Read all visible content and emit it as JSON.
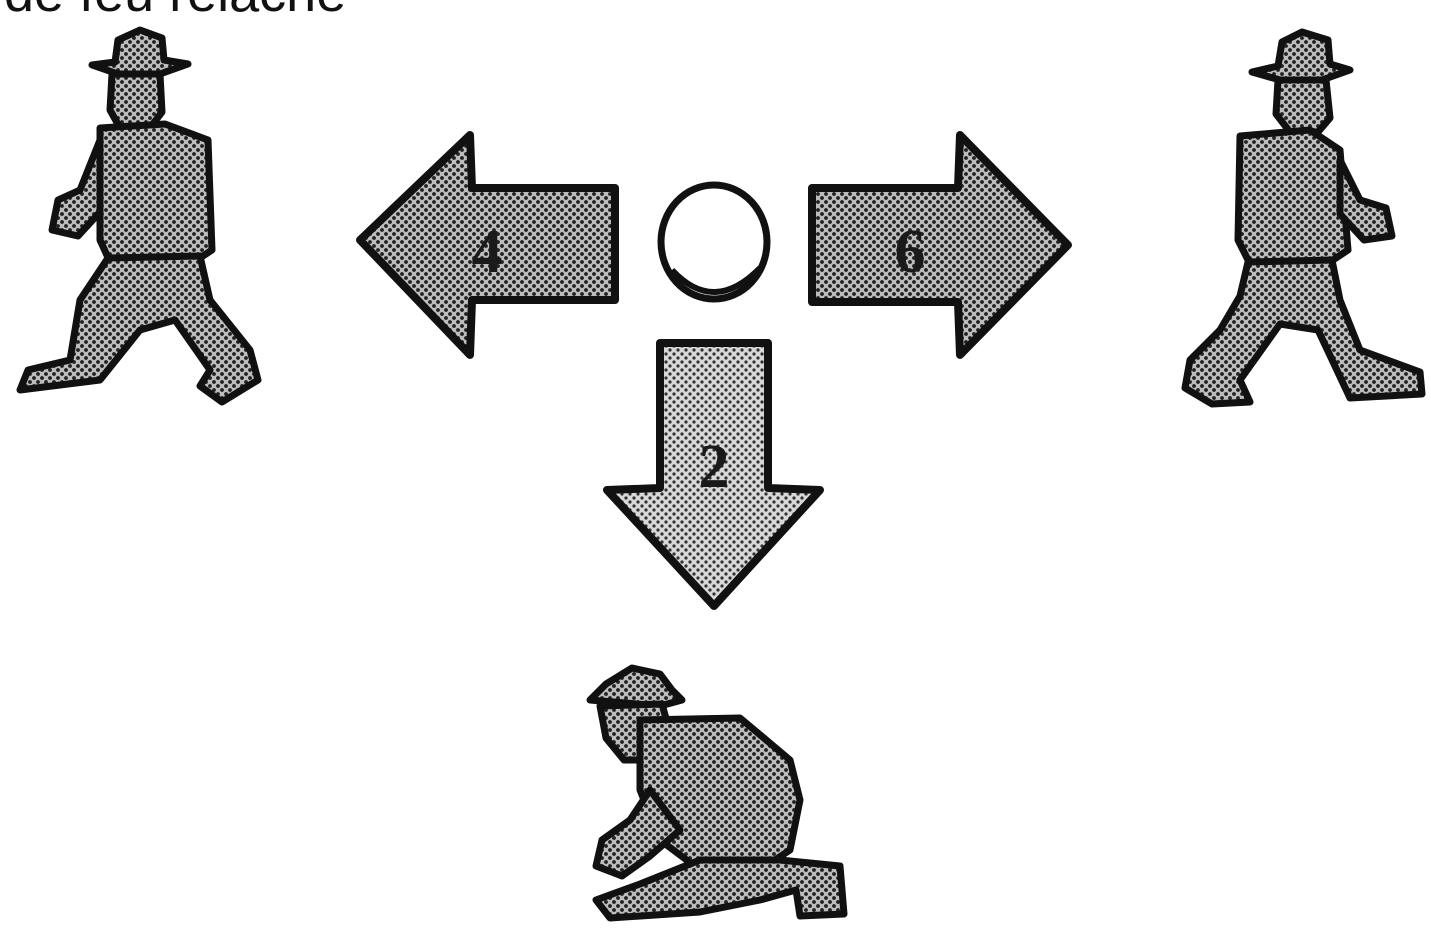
{
  "header": {
    "title_fragment": "de feu relâché"
  },
  "controls": {
    "left_key": "4",
    "right_key": "6",
    "down_key": "2"
  },
  "colors": {
    "ink": "#111111",
    "dither_dark": "#222222",
    "background": "#ffffff"
  },
  "icons": {
    "left_pose": "character-walking-left-icon",
    "right_pose": "character-walking-right-icon",
    "crouch_pose": "character-crouching-icon",
    "neutral": "neutral-circle-icon"
  }
}
